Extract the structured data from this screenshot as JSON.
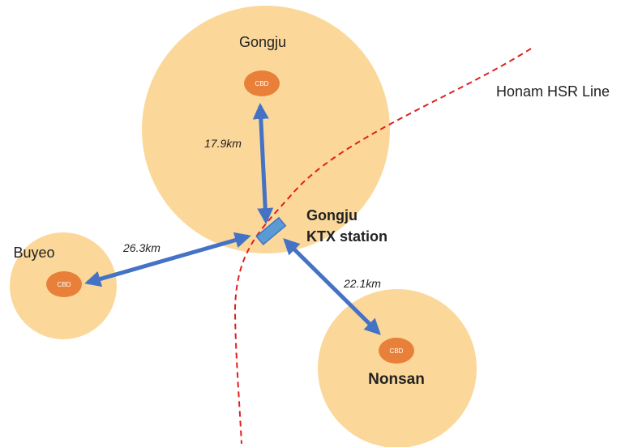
{
  "colors": {
    "area": "#fbd89a",
    "cbd": "#e8803a",
    "arrow": "#4472c4",
    "station": "#5b9bd5",
    "rail": "#e02020",
    "text": "#222222"
  },
  "cities": {
    "gongju": {
      "name": "Gongju",
      "cbd_label": "CBD"
    },
    "buyeo": {
      "name": "Buyeo",
      "cbd_label": "CBD"
    },
    "nonsan": {
      "name": "Nonsan",
      "cbd_label": "CBD"
    }
  },
  "station": {
    "line1": "Gongju",
    "line2": "KTX station"
  },
  "rail_line": {
    "name": "Honam HSR Line"
  },
  "distances": {
    "to_gongju": "17.9km",
    "to_buyeo": "26.3km",
    "to_nonsan": "22.1km"
  }
}
